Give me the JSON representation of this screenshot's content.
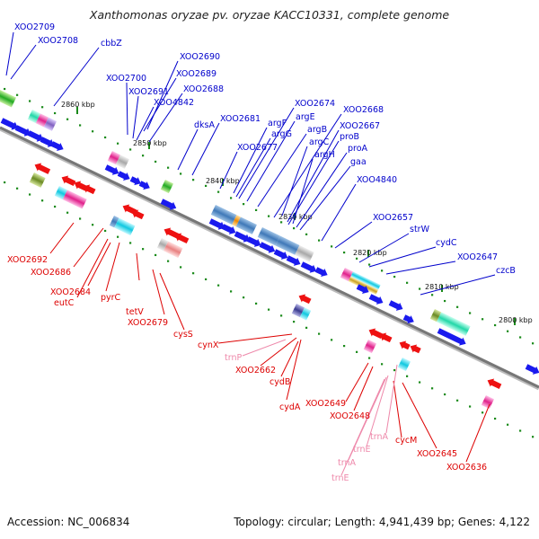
{
  "title": "Xanthomonas oryzae pv. oryzae KACC10331, complete genome",
  "footer": {
    "accession": "Accession: NC_006834",
    "summary": "Topology: circular; Length: 4,941,439 bp; Genes: 4,122"
  },
  "colors": {
    "forward_label": "#0000cc",
    "reverse_label": "#dd0000",
    "rna_label": "#ee88aa",
    "backbone": "#777777",
    "dots": "#1a8a1a"
  },
  "scale_labels": [
    "2860 kbp",
    "2850 kbp",
    "2840 kbp",
    "2830 kbp",
    "2820 kbp",
    "2810 kbp",
    "2800 kbp"
  ],
  "forward_labels": [
    "XOO2709",
    "XOO2708",
    "cbbZ",
    "XOO2690",
    "XOO2689",
    "XOO2700",
    "XOO2691",
    "XOO2688",
    "XOO4842",
    "dksA",
    "XOO2681",
    "argF",
    "XOO2674",
    "argE",
    "XOO2668",
    "argB",
    "argG",
    "XOO2677",
    "XOO2667",
    "argC",
    "proB",
    "argH",
    "proA",
    "gaa",
    "XOO4840",
    "XOO2657",
    "strW",
    "cydC",
    "XOO2647",
    "czcB"
  ],
  "reverse_labels": [
    "XOO2692",
    "XOO2686",
    "XOO2684",
    "eutC",
    "pyrC",
    "tetV",
    "XOO2679",
    "cysS",
    "cynX",
    "XOO2662",
    "cydB",
    "cydA",
    "XOO2649",
    "XOO2648",
    "cycM",
    "XOO2645",
    "XOO2636"
  ],
  "rna_labels": [
    "trnP",
    "trnA",
    "trnE",
    "trnA",
    "trnE"
  ]
}
